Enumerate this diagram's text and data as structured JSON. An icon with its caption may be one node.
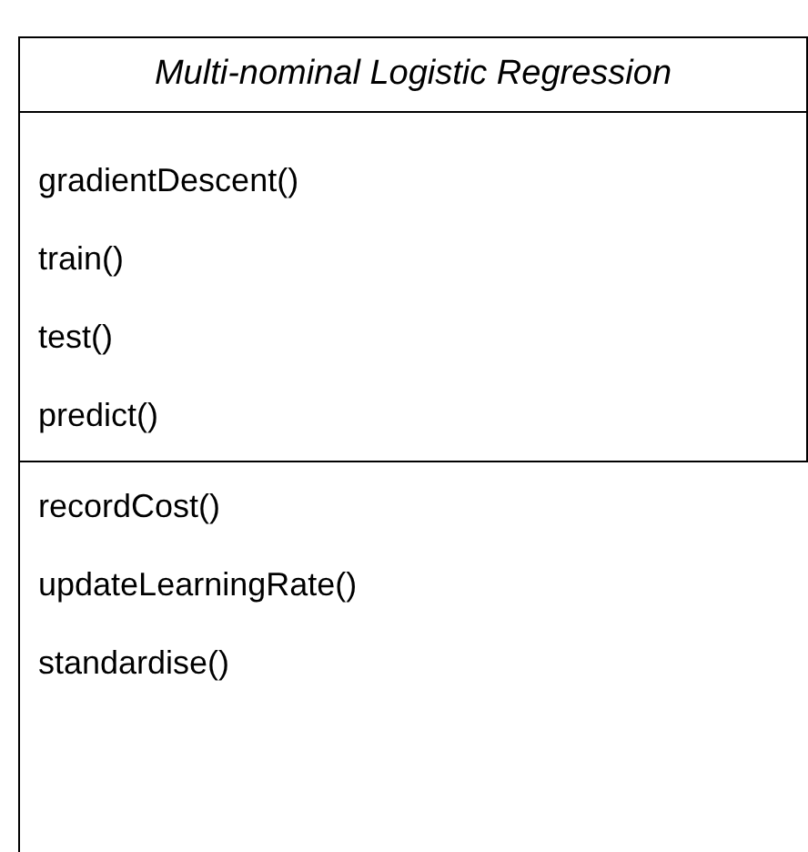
{
  "diagram": {
    "nodes": [
      {
        "text": [
          "Multi-nominal Logistic Regression"
        ]
      },
      {
        "text": [
          "gradientDescent()",
          "train()",
          "test()",
          "predict()"
        ],
        "in": 0
      },
      {
        "text": [
          "recordCost()",
          "updateLearningRate()",
          "standardise()"
        ],
        "in": 0
      }
    ]
  }
}
